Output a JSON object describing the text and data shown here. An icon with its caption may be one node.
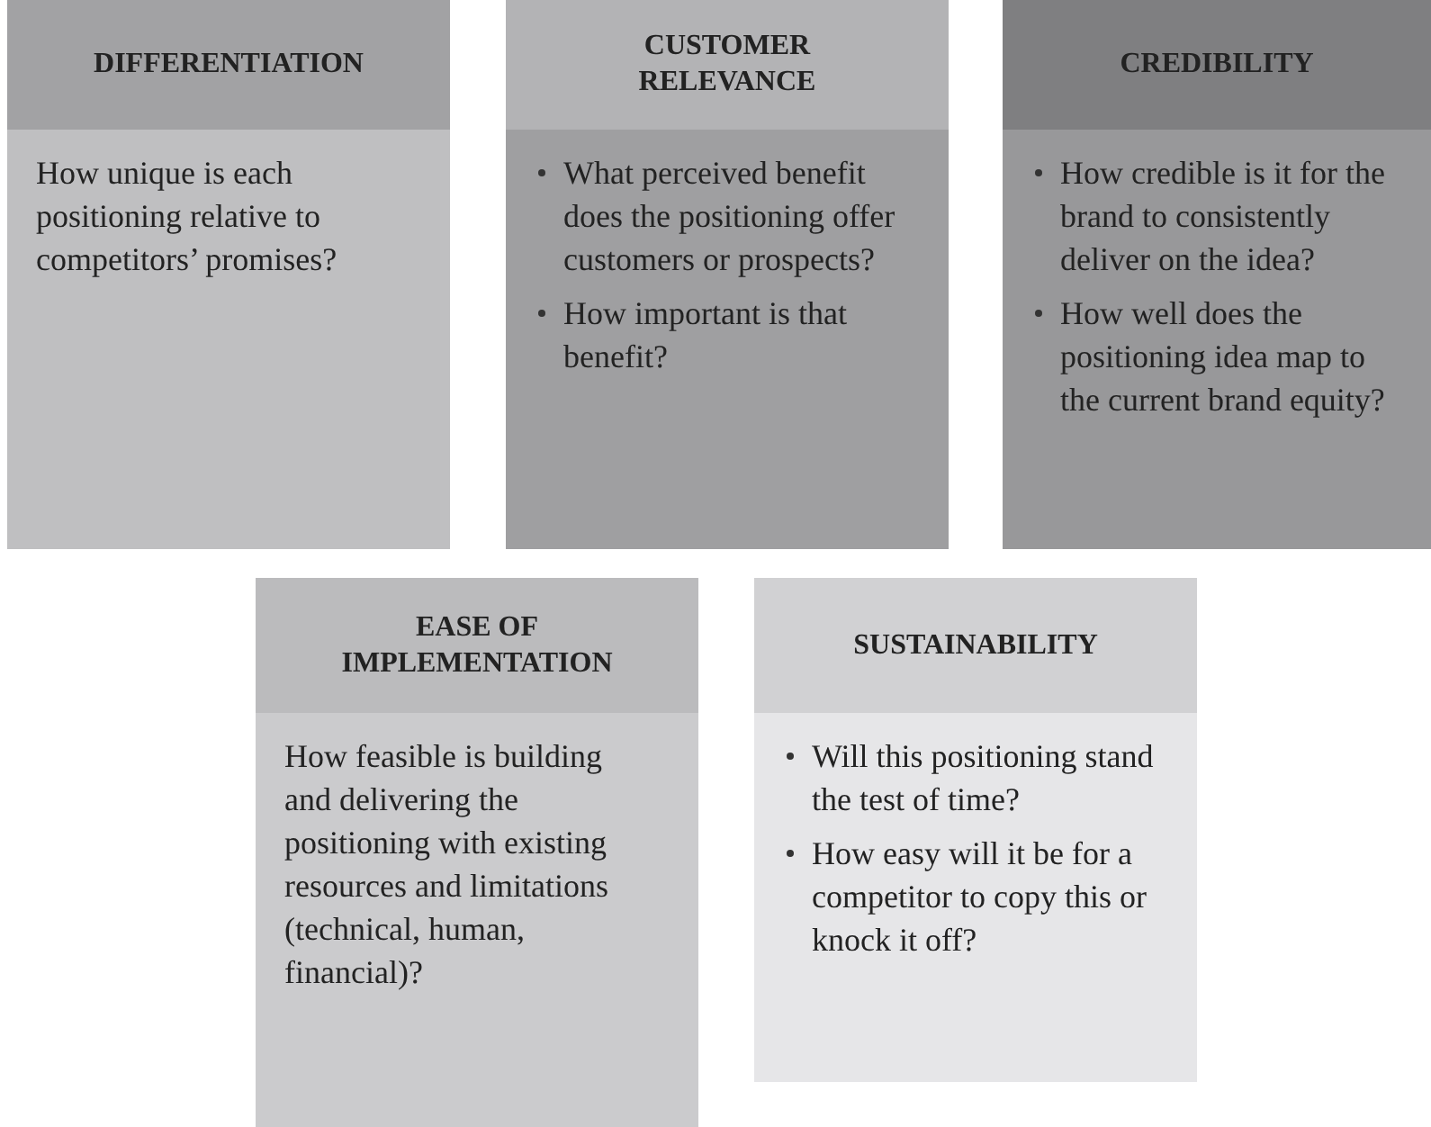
{
  "diagram": {
    "nodes": [
      {
        "text": [
          "DIFFERENTIATION",
          "How unique is each positioning relative to competitors’ promises?"
        ]
      },
      {
        "text": [
          "CUSTOMER RELEVANCE",
          "What perceived benefit does the positioning offer customers or prospects?",
          "How important is that benefit?"
        ]
      },
      {
        "text": [
          "CREDIBILITY",
          "How credible is it for the brand to consistently deliver on the idea?",
          "How well does the positioning idea map to the current brand equity?"
        ]
      },
      {
        "text": [
          "EASE OF IMPLEMENTATION",
          "How feasible is building and delivering the positioning with existing resources and limitations (technical, human, financial)?"
        ]
      },
      {
        "text": [
          "SUSTAINABILITY",
          "Will this positioning stand the test of time?",
          "How easy will it be for a competitor to copy this or knock it off?"
        ]
      }
    ]
  }
}
